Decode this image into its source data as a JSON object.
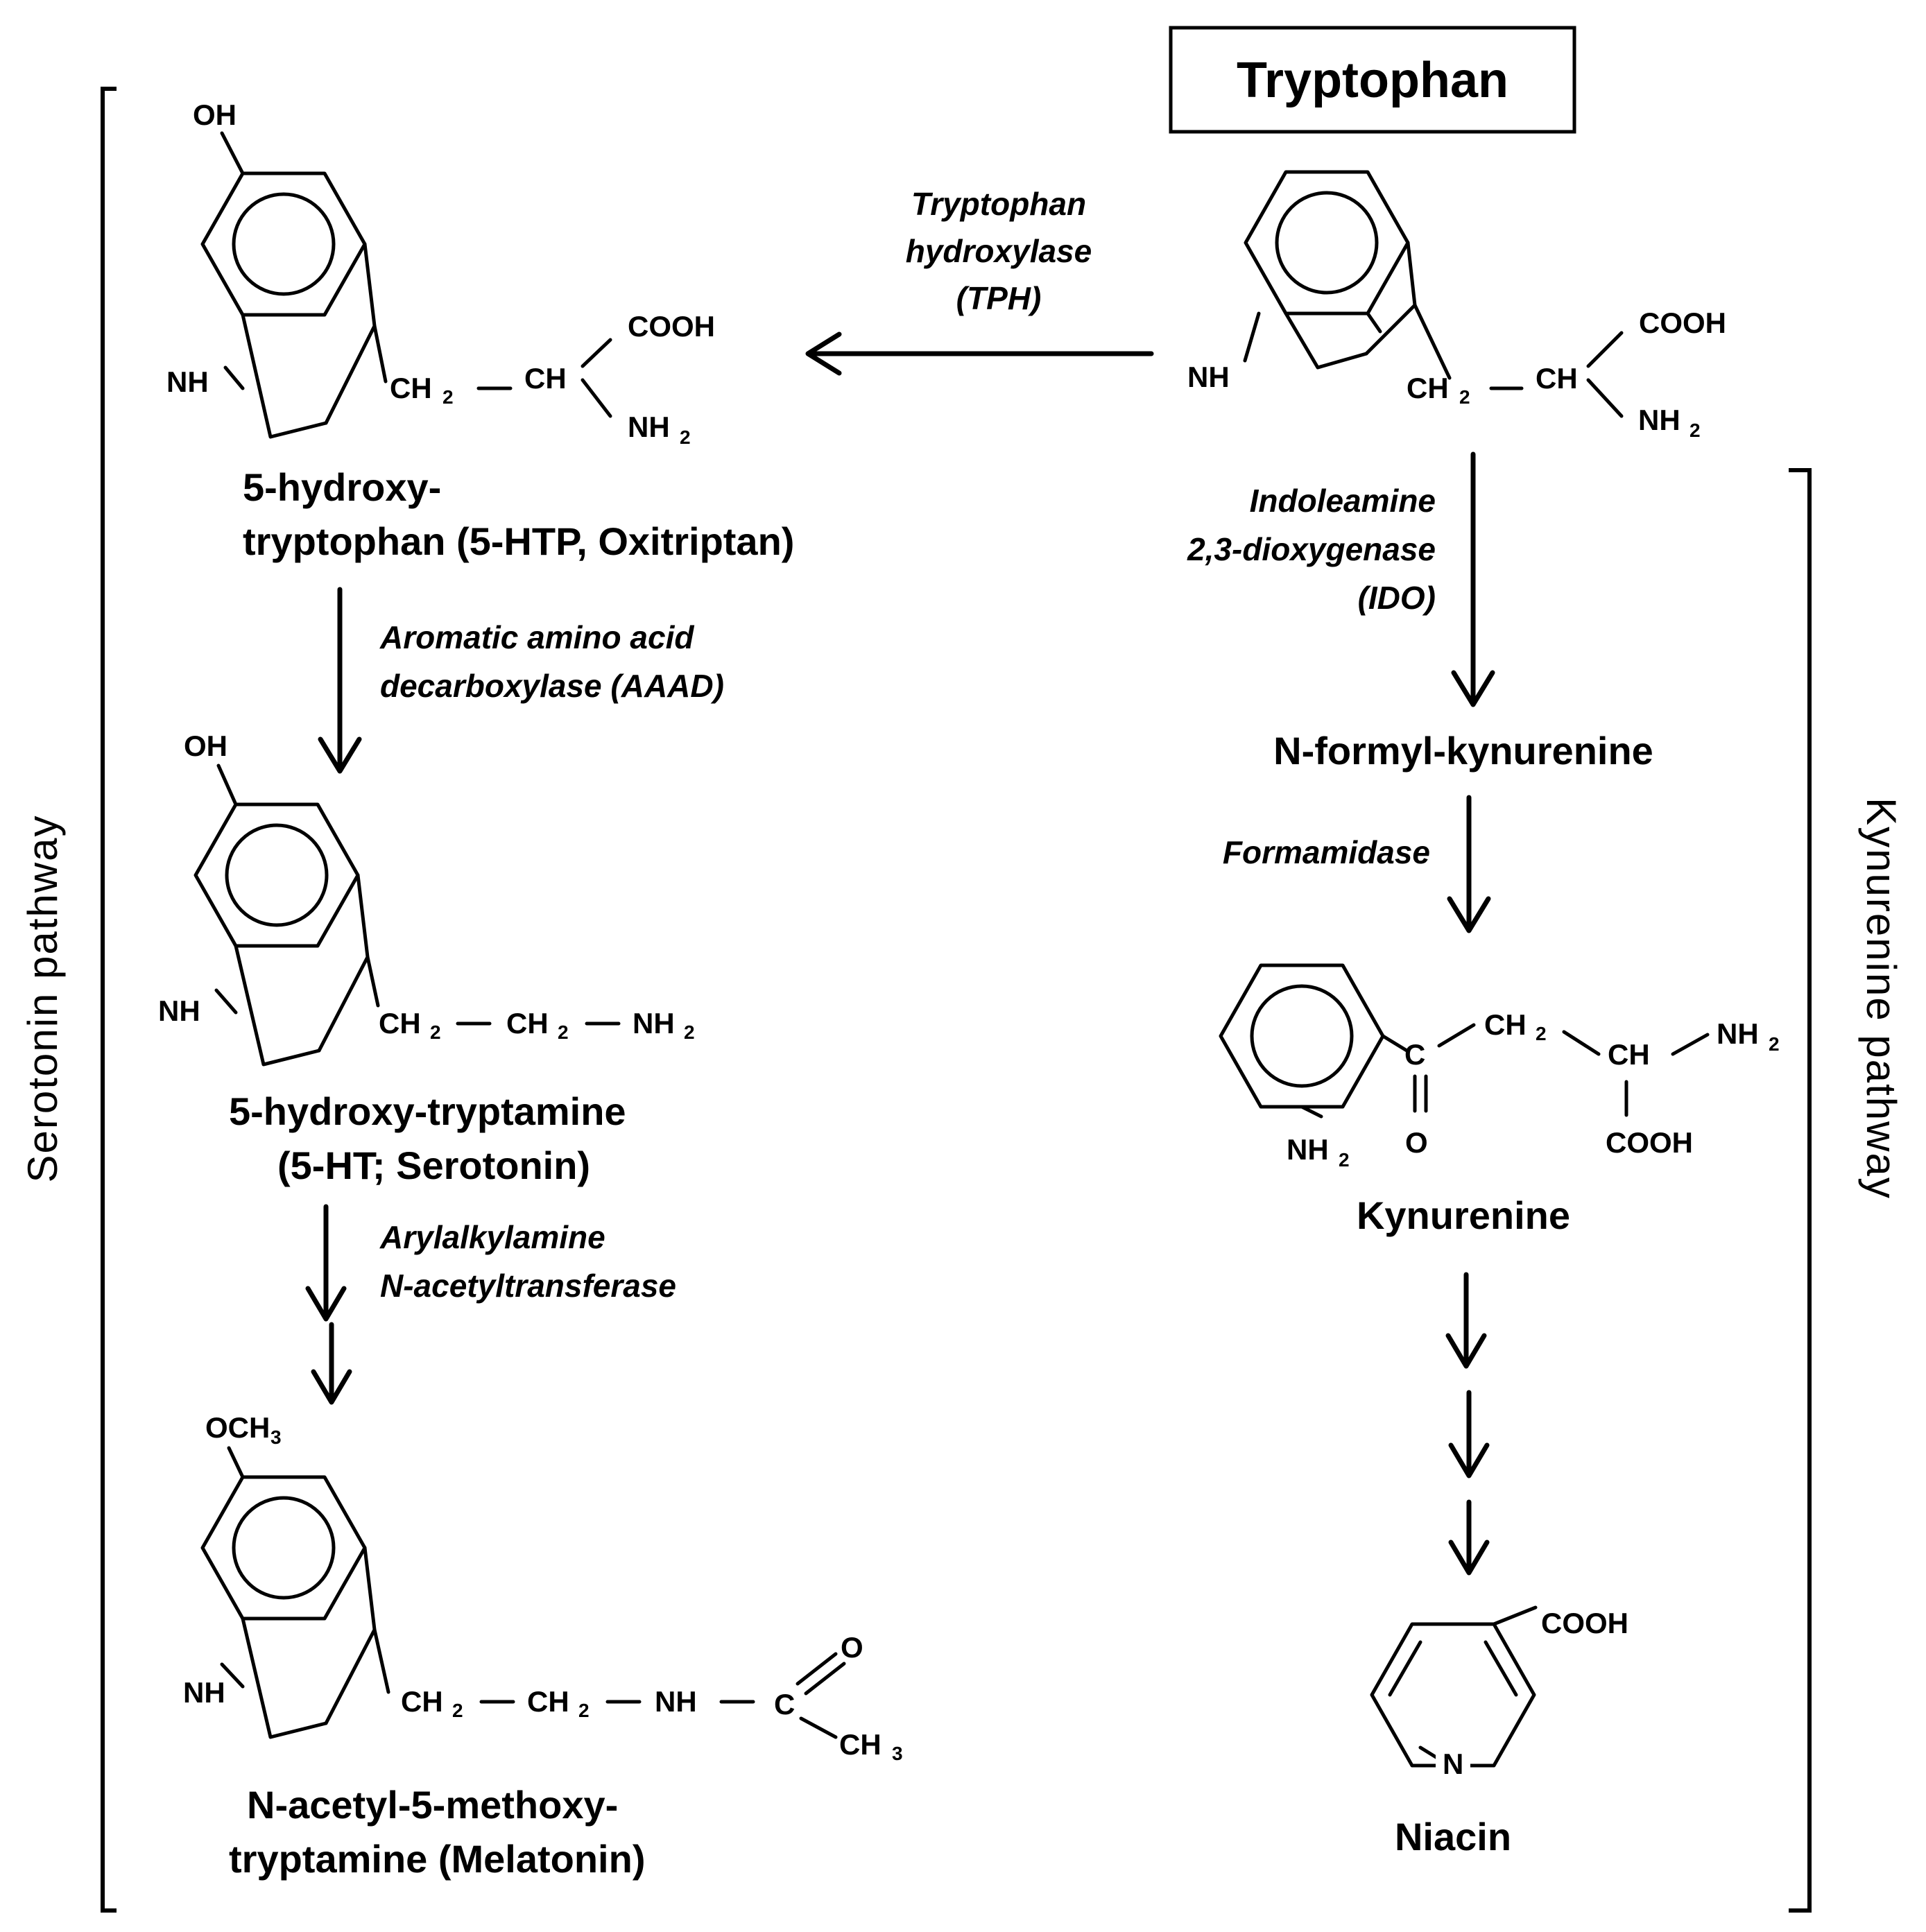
{
  "title": "Tryptophan",
  "pathways": {
    "serotonin": "Serotonin pathway",
    "kynurenine": "Kynurenine pathway"
  },
  "enzymes": {
    "tph_line1": "Tryptophan",
    "tph_line2": "hydroxylase",
    "tph_line3": "(TPH)",
    "aaad_line1": "Aromatic  amino  acid",
    "aaad_line2": "decarboxylase  (AAAD)",
    "aanat_line1": "Arylalkylamine",
    "aanat_line2": "N-acetyltransferase",
    "ido_line1": "Indoleamine",
    "ido_line2": "2,3-dioxygenase",
    "ido_line3": "(IDO)",
    "formamidase": "Formamidase"
  },
  "compounds": {
    "htp_line1": "5-hydroxy-",
    "htp_line2": "tryptophan (5-HTP, Oxitriptan)",
    "serotonin_line1": "5-hydroxy-tryptamine",
    "serotonin_line2": "(5-HT; Serotonin)",
    "melatonin_line1": "N-acetyl-5-methoxy-",
    "melatonin_line2": "tryptamine (Melatonin)",
    "nfk": "N-formyl-kynurenine",
    "kynurenine": "Kynurenine",
    "niacin": "Niacin"
  },
  "atoms": {
    "oh": "OH",
    "nh": "NH",
    "cooh": "COOH",
    "ch2": "CH",
    "ch": "CH",
    "nh2": "NH",
    "och3": "OCH",
    "c": "C",
    "o": "O",
    "ch3": "CH",
    "n": "N",
    "sub2": "2",
    "sub3": "3"
  }
}
